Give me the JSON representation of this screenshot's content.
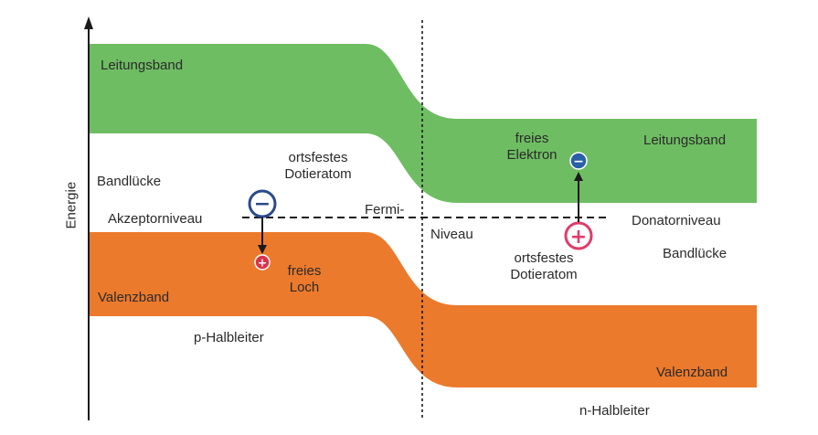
{
  "axis": {
    "label": "Energie"
  },
  "labels": {
    "conduction_band_p": "Leitungsband",
    "conduction_band_n": "Leitungsband",
    "band_gap_p": "Bandlücke",
    "band_gap_n": "Bandlücke",
    "acceptor_level": "Akzeptorniveau",
    "donor_level": "Donatorniveau",
    "valence_band_p": "Valenzband",
    "valence_band_n": "Valenzband",
    "fixed_dopant_p_line1": "ortsfestes",
    "fixed_dopant_p_line2": "Dotieratom",
    "fixed_dopant_n_line1": "ortsfestes",
    "fixed_dopant_n_line2": "Dotieratom",
    "fermi_line1": "Fermi-",
    "fermi_line2": "Niveau",
    "free_hole_line1": "freies",
    "free_hole_line2": "Loch",
    "free_electron_line1": "freies",
    "free_electron_line2": "Elektron",
    "p_type": "p-Halbleiter",
    "n_type": "n-Halbleiter"
  },
  "symbols": {
    "minus": "−",
    "plus": "+"
  },
  "colors": {
    "conduction_band": "#6fbd63",
    "valence_band": "#ec7a2c",
    "acceptor_ion": "#2b4a8c",
    "donor_ion": "#e03c6a",
    "electron": "#2a5fa8",
    "hole": "#d8344a",
    "lines": "#1a1a1a"
  }
}
